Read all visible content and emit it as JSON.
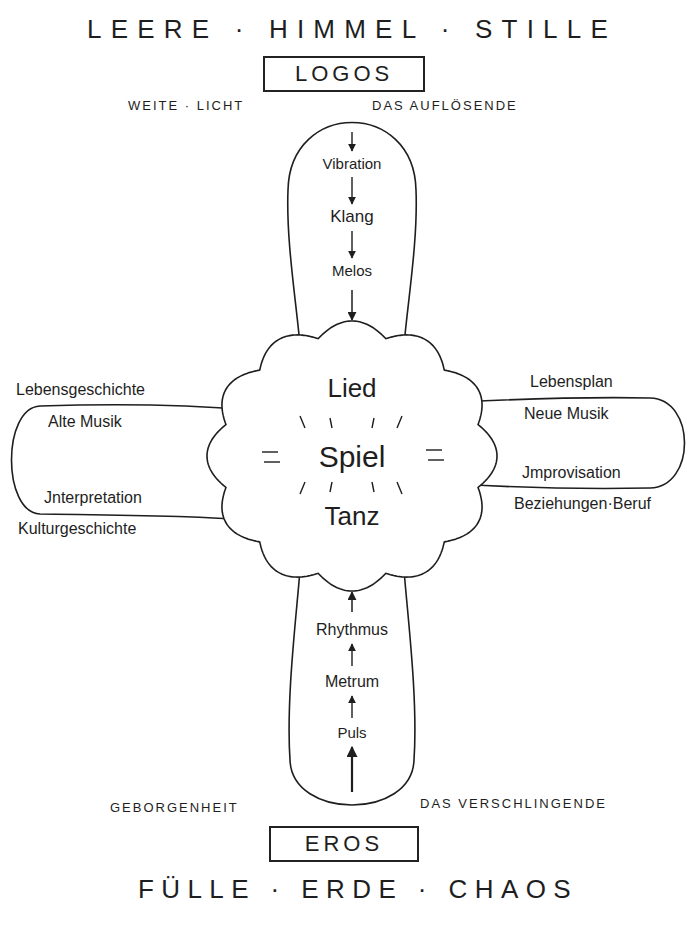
{
  "diagram": {
    "nodes": [
      {
        "text": [
          "LOGOS"
        ]
      },
      {
        "text": [
          "Vibration",
          "Klang",
          "Melos"
        ]
      },
      {
        "text": [
          "Lied",
          "Spiel",
          "Tanz"
        ]
      },
      {
        "text": [
          "Lebensgeschichte",
          "Alte Musik",
          "Jnterpretation",
          "Kulturgeschichte"
        ]
      },
      {
        "text": [
          "Lebensplan",
          "Neue Musik",
          "Jmprovisation",
          "Beziehungen·Beruf"
        ]
      },
      {
        "text": [
          "Rhythmus",
          "Metrum",
          "Puls"
        ]
      },
      {
        "text": [
          "EROS"
        ]
      }
    ],
    "edges": [
      {
        "from": 1,
        "to": 2,
        "arrow": "to"
      },
      {
        "from": 5,
        "to": 2,
        "arrow": "to"
      }
    ],
    "labels": [
      "LEERE · HIMMEL · STILLE",
      "WEITE · LICHT",
      "DAS AUFLÖSENDE",
      "GEBORGENHEIT",
      "DAS VERSCHLINGENDE",
      "FÜLLE · ERDE · CHAOS"
    ]
  }
}
